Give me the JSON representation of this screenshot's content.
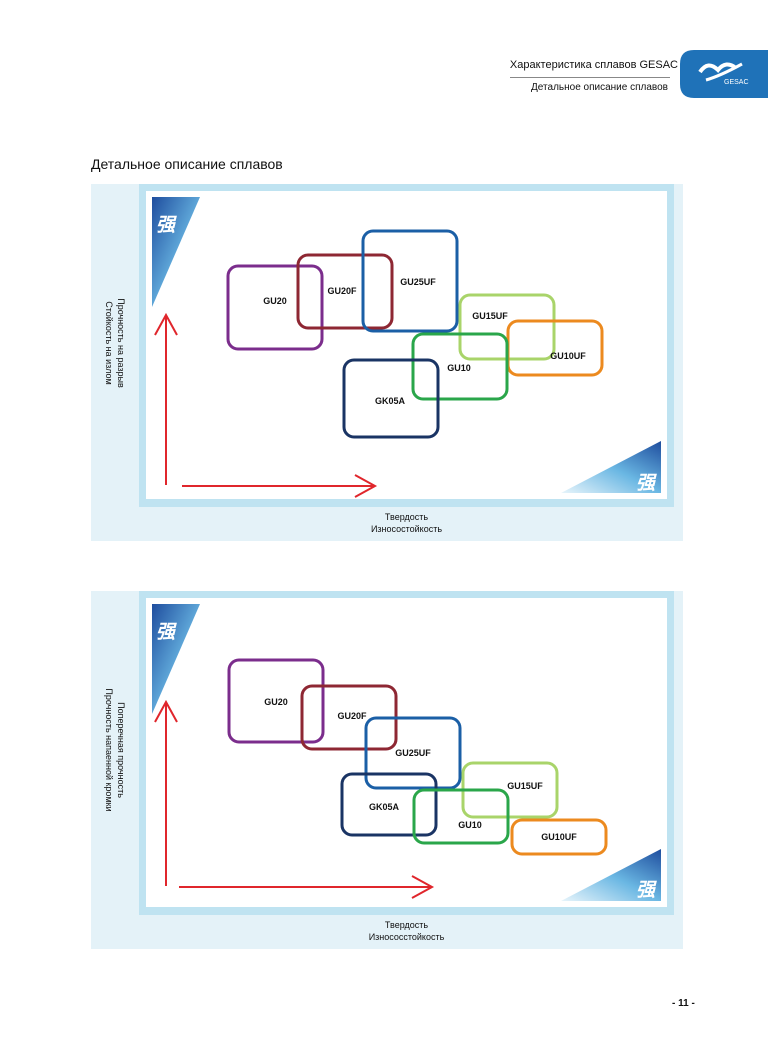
{
  "header": {
    "title": "Характеристика сплавов GESAC",
    "subtitle": "Детальное описание сплавов",
    "logo_text": "GESAC",
    "accent_color": "#1f72b8"
  },
  "section_title": "Детальное описание сплавов",
  "corner_glyph": "强",
  "diagrams": [
    {
      "y_label_lines": [
        "Прочность на разрыв",
        "Стойкость на излом"
      ],
      "x_label_lines": [
        "Твердость",
        "Износостойкость"
      ],
      "boxes": [
        {
          "label": "GU20",
          "color": "#7b2d8c"
        },
        {
          "label": "GU20F",
          "color": "#8e2733"
        },
        {
          "label": "GU25UF",
          "color": "#1b5fa6"
        },
        {
          "label": "GU15UF",
          "color": "#a9d46a"
        },
        {
          "label": "GU10UF",
          "color": "#ec8a1f"
        },
        {
          "label": "GU10",
          "color": "#2aa64a"
        },
        {
          "label": "GK05A",
          "color": "#1a3464"
        }
      ]
    },
    {
      "y_label_lines": [
        "Поперечная прочность",
        "Прочность напаенной кромки"
      ],
      "x_label_lines": [
        "Твердость",
        "Износосстойкость"
      ],
      "boxes": [
        {
          "label": "GU20",
          "color": "#7b2d8c"
        },
        {
          "label": "GU20F",
          "color": "#8e2733"
        },
        {
          "label": "GU25UF",
          "color": "#1b5fa6"
        },
        {
          "label": "GU15UF",
          "color": "#a9d46a"
        },
        {
          "label": "GK05A",
          "color": "#1a3464"
        },
        {
          "label": "GU10",
          "color": "#2aa64a"
        },
        {
          "label": "GU10UF",
          "color": "#ec8a1f"
        }
      ]
    }
  ],
  "page_number": "- 11 -",
  "arrow_color": "#e0262c"
}
